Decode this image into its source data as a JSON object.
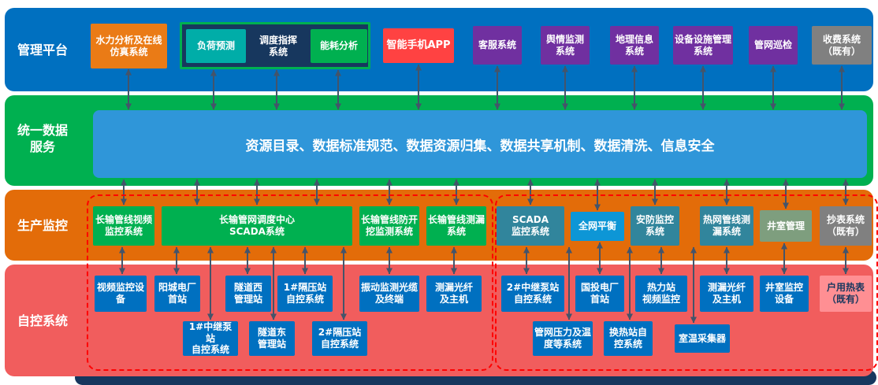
{
  "palette": {
    "management_band": "#0070C0",
    "data_band": "#00B050",
    "production_band": "#E36C09",
    "control_band": "#F15D5D",
    "data_panel": "#2F96D9",
    "connector_arrow": "#44546A",
    "zone_outline": "#FF0000",
    "bottom_bar": "#17375E"
  },
  "management": {
    "label": "管理平台",
    "group_border": "#00B050",
    "boxes": [
      {
        "label": "水力分析及在线\n仿真系统",
        "color": "#EA7B16"
      },
      {
        "label": "负荷预测",
        "color": "#00ADA8"
      },
      {
        "label": "调度指挥\n系统",
        "color": "#17375E"
      },
      {
        "label": "能耗分析",
        "color": "#00B050"
      },
      {
        "label": "智能手机APP",
        "color": "#FF4242"
      },
      {
        "label": "客服系统",
        "color": "#7030A0"
      },
      {
        "label": "舆情监测系统",
        "color": "#7030A0"
      },
      {
        "label": "地理信息系统",
        "color": "#7030A0"
      },
      {
        "label": "设备设施管理系统",
        "color": "#7030A0"
      },
      {
        "label": "管网巡检",
        "color": "#7030A0"
      },
      {
        "label": "收费系统\n（既有）",
        "color": "#808080"
      }
    ]
  },
  "data_service": {
    "label": "统一数据\n服务",
    "content": "资源目录、数据标准规范、数据资源归集、数据共享机制、数据清洗、信息安全"
  },
  "production": {
    "label": "生产监控",
    "boxes": [
      {
        "label": "长输管线视频监控系统",
        "color": "#00B050"
      },
      {
        "label": "长输管网调度中心\nSCADA系统",
        "color": "#00B050"
      },
      {
        "label": "长输管线防开挖监测系统",
        "color": "#00B050"
      },
      {
        "label": "长输管线测漏系统",
        "color": "#00B050"
      },
      {
        "label": "SCADA\n监控系统",
        "color": "#31859C"
      },
      {
        "label": "全网平衡",
        "color": "#0D96D6"
      },
      {
        "label": "安防监控系统",
        "color": "#31859C"
      },
      {
        "label": "热网管线测漏系统",
        "color": "#31859C"
      },
      {
        "label": "井室管理",
        "color": "#7E9E7E"
      },
      {
        "label": "抄表系统\n（既有）",
        "color": "#808080"
      }
    ]
  },
  "control": {
    "label": "自控系统",
    "row1": [
      {
        "label": "视频监控设备",
        "color": "#0070C0"
      },
      {
        "label": "阳城电厂首站",
        "color": "#0070C0"
      },
      {
        "label": "隧道西\n管理站",
        "color": "#0070C0"
      },
      {
        "label": "1#隔压站\n自控系统",
        "color": "#0070C0"
      },
      {
        "label": "振动监测光缆\n及终端",
        "color": "#0070C0"
      },
      {
        "label": "测漏光纤\n及主机",
        "color": "#0070C0"
      },
      {
        "label": "2#中继泵站\n自控系统",
        "color": "#0070C0"
      },
      {
        "label": "国投电厂\n首站",
        "color": "#0070C0"
      },
      {
        "label": "热力站\n视频监控",
        "color": "#0070C0"
      },
      {
        "label": "测漏光纤\n及主机",
        "color": "#0070C0"
      },
      {
        "label": "井室监控\n设备",
        "color": "#0070C0"
      },
      {
        "label": "户用热表\n（既有）",
        "color": "#FF8F93",
        "text_color": "#17375E"
      }
    ],
    "row2": [
      {
        "label": "1#中继泵站\n自控系统",
        "color": "#0070C0"
      },
      {
        "label": "隧道东\n管理站",
        "color": "#0070C0"
      },
      {
        "label": "2#隔压站\n自控系统",
        "color": "#0070C0"
      },
      {
        "label": "管网压力及温度等系统",
        "color": "#0070C0"
      },
      {
        "label": "换热站自控系统",
        "color": "#0070C0"
      },
      {
        "label": "室温采集器",
        "color": "#0070C0"
      }
    ]
  }
}
